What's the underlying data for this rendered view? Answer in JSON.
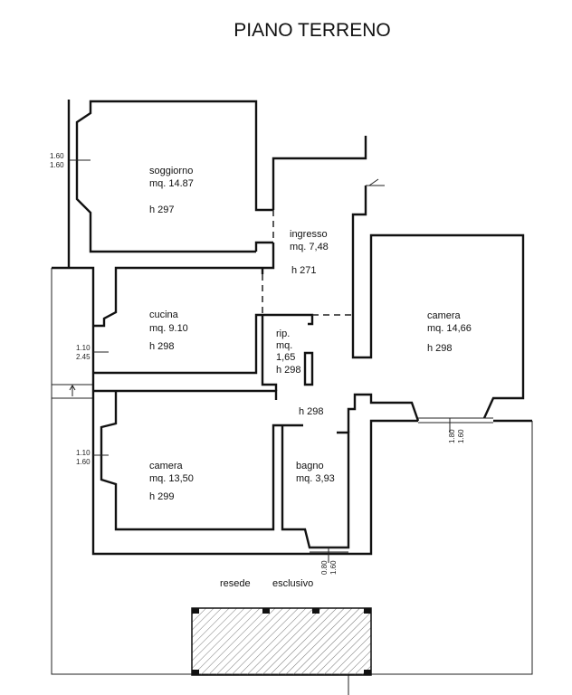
{
  "title": "PIANO TERRENO",
  "rooms": {
    "soggiorno": {
      "name": "soggiorno",
      "area": "mq. 14.87",
      "height": "h 297"
    },
    "ingresso": {
      "name": "ingresso",
      "area": "mq. 7,48",
      "height": "h 271"
    },
    "cucina": {
      "name": "cucina",
      "area": "mq. 9.10",
      "height": "h 298"
    },
    "rip": {
      "name": "rip.",
      "area_label": "mq.",
      "area": "1,65",
      "height": "h 298"
    },
    "camera_right": {
      "name": "camera",
      "area": "mq. 14,66",
      "height": "h 298"
    },
    "disimpegno": {
      "height": "h 298"
    },
    "camera_left": {
      "name": "camera",
      "area": "mq. 13,50",
      "height": "h 299"
    },
    "bagno": {
      "name": "bagno",
      "area": "mq. 3,93"
    }
  },
  "windows": {
    "soggiorno": [
      "1.60",
      "1.60"
    ],
    "cucina": [
      "1.10",
      "2.45"
    ],
    "camera_left": [
      "1.10",
      "1.60"
    ],
    "camera_right": [
      "1.80",
      "1.60"
    ],
    "bagno": [
      "0.80",
      "1.60"
    ]
  },
  "outdoor": {
    "label1": "resede",
    "label2": "esclusivo"
  }
}
